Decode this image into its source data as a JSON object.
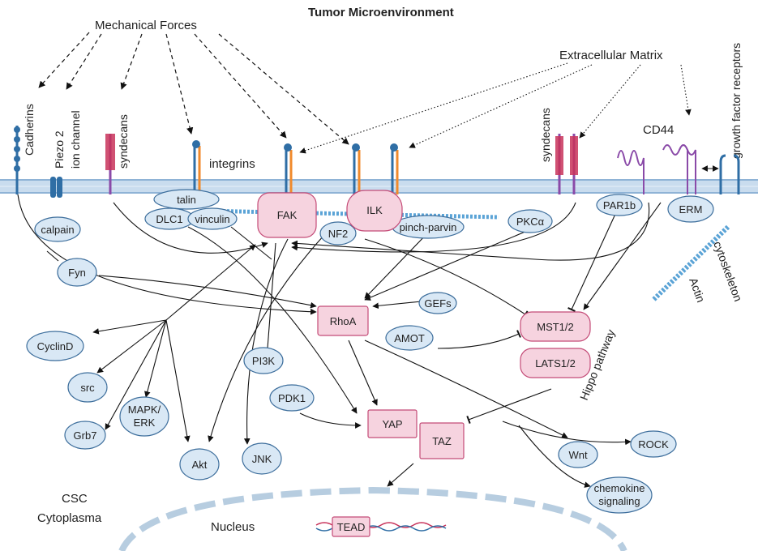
{
  "title": "Tumor Microenvironment",
  "top_labels": {
    "mechanical_forces": "Mechanical Forces",
    "extracellular_matrix": "Extracellular Matrix",
    "growth_factor_receptors": "growth factor receptors"
  },
  "receptors": {
    "cadherins": "Cadherins",
    "piezo2": "Piezo 2",
    "ion_channel": "ion channel",
    "syndecans_left": "syndecans",
    "integrins": "integrins",
    "syndecans_right": "syndecans",
    "cd44": "CD44"
  },
  "nodes": {
    "talin": "talin",
    "dlc1": "DLC1",
    "vinculin": "vinculin",
    "fak": "FAK",
    "ilk": "ILK",
    "nf2": "NF2",
    "pinch_parvin": "pinch-parvin",
    "pkca": "PKCα",
    "par1b": "PAR1b",
    "erm": "ERM",
    "calpain": "calpain",
    "fyn": "Fyn",
    "rhoa": "RhoA",
    "gefs": "GEFs",
    "amot": "AMOT",
    "mst": "MST1/2",
    "lats": "LATS1/2",
    "cyclind": "CyclinD",
    "src": "src",
    "mapk": "MAPK/",
    "erk": "ERK",
    "grb7": "Grb7",
    "akt": "Akt",
    "jnk": "JNK",
    "pi3k": "PI3K",
    "pdk1": "PDK1",
    "yap": "YAP",
    "taz": "TAZ",
    "wnt": "Wnt",
    "rock": "ROCK",
    "chemokine": "chemokine",
    "signaling": "signaling",
    "tead": "TEAD"
  },
  "region_labels": {
    "actin": "Actin",
    "cytoskeleton": "cytoskeleton",
    "hippo": "Hippo pathway",
    "csc": "CSC",
    "cytoplasma": "Cytoplasma",
    "nucleus": "Nucleus"
  },
  "colors": {
    "node_blue_fill": "#d9e8f5",
    "node_blue_stroke": "#3d6e9c",
    "node_pink_fill": "#f6d3df",
    "node_pink_stroke": "#c44b77",
    "membrane": "#a9c7e4",
    "receptor_blue": "#2f6ea5",
    "receptor_orange": "#f08a2c",
    "receptor_red": "#c8325a",
    "receptor_purple": "#8a4aa8"
  }
}
